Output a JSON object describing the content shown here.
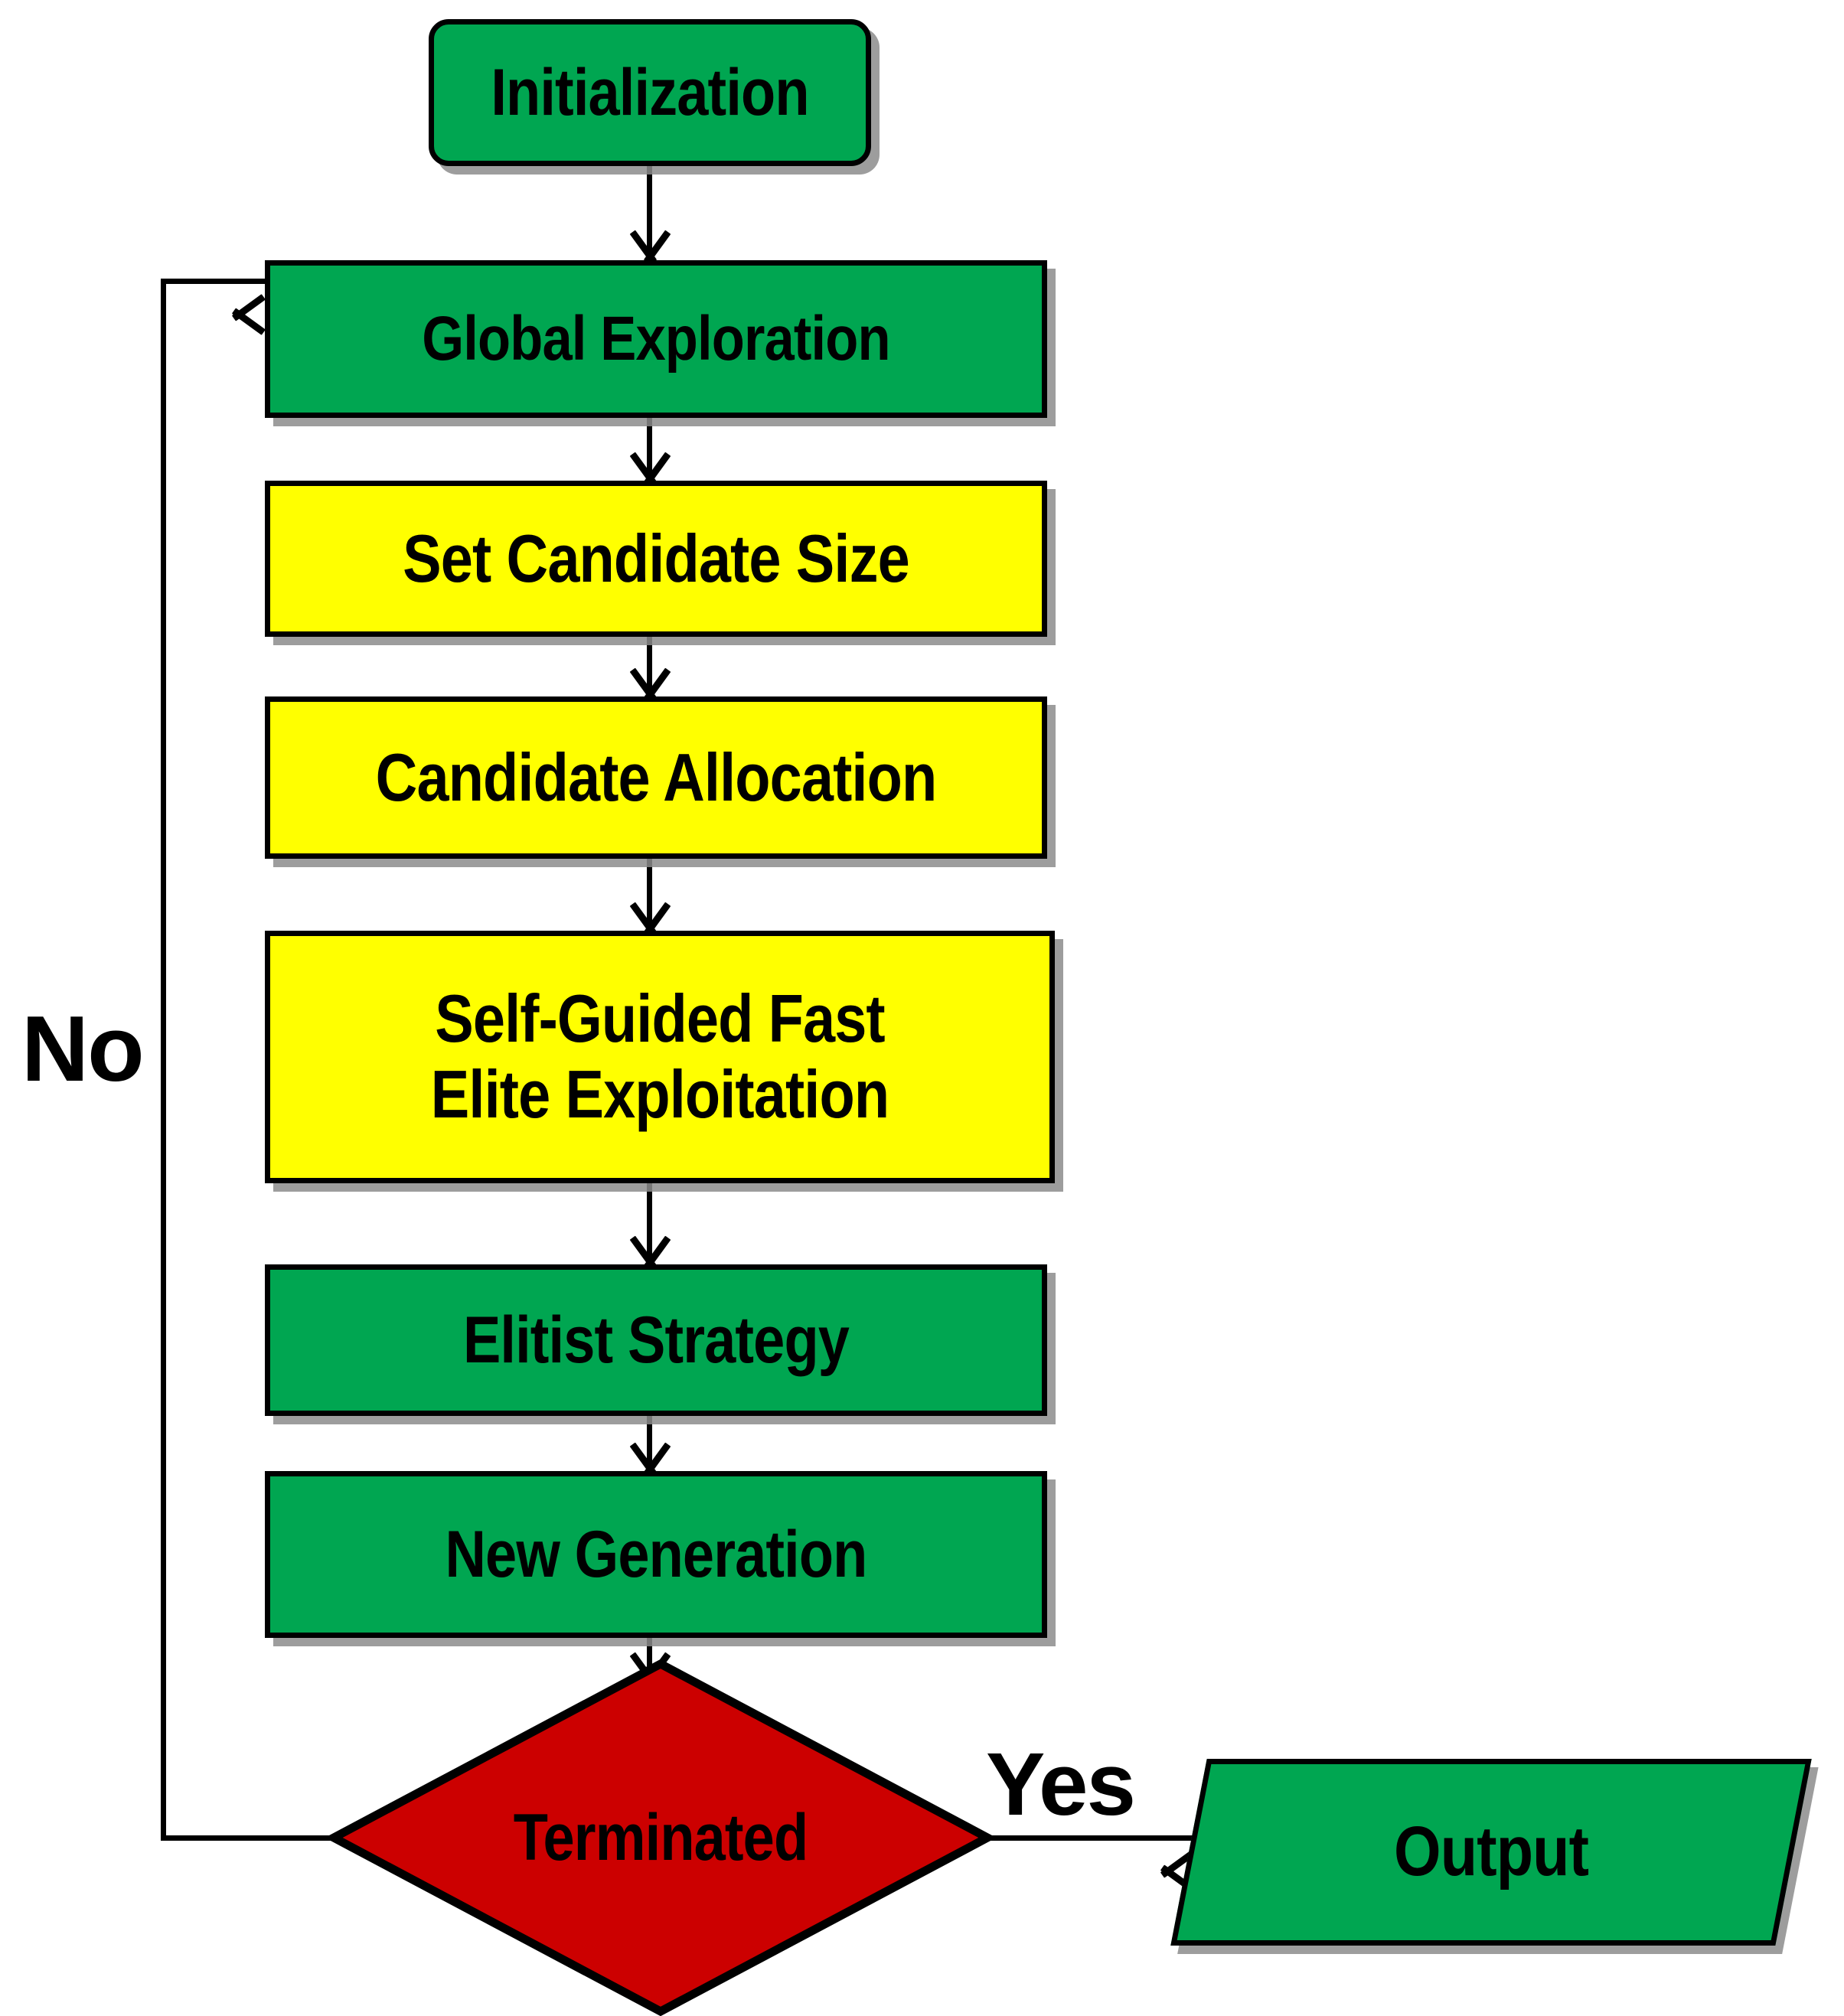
{
  "diagram": {
    "title": "Optimization Algorithm Flowchart",
    "background": "#FFFFFF",
    "colors": {
      "green": "#00A651",
      "yellow": "#FFFF00",
      "red": "#CC0000",
      "outline": "#000000",
      "shadow": "#8C8C8C"
    },
    "nodes": {
      "initialization": {
        "label": "Initialization",
        "shape": "rounded-rectangle",
        "fill": "#00A651"
      },
      "global_exploration": {
        "label": "Global Exploration",
        "shape": "rectangle",
        "fill": "#00A651"
      },
      "set_candidate_size": {
        "label": "Set Candidate Size",
        "shape": "rectangle",
        "fill": "#FFFF00"
      },
      "candidate_allocation": {
        "label": "Candidate Allocation",
        "shape": "rectangle",
        "fill": "#FFFF00"
      },
      "self_guided": {
        "label": "Self-Guided Fast\nElite Exploitation",
        "shape": "rectangle",
        "fill": "#FFFF00"
      },
      "elitist_strategy": {
        "label": "Elitist Strategy",
        "shape": "rectangle",
        "fill": "#00A651"
      },
      "new_generation": {
        "label": "New  Generation",
        "shape": "rectangle",
        "fill": "#00A651"
      },
      "terminated": {
        "label": "Terminated",
        "shape": "diamond",
        "fill": "#CC0000"
      },
      "output": {
        "label": "Output",
        "shape": "parallelogram",
        "fill": "#00A651"
      }
    },
    "edge_labels": {
      "no": "No",
      "yes": "Yes"
    }
  }
}
